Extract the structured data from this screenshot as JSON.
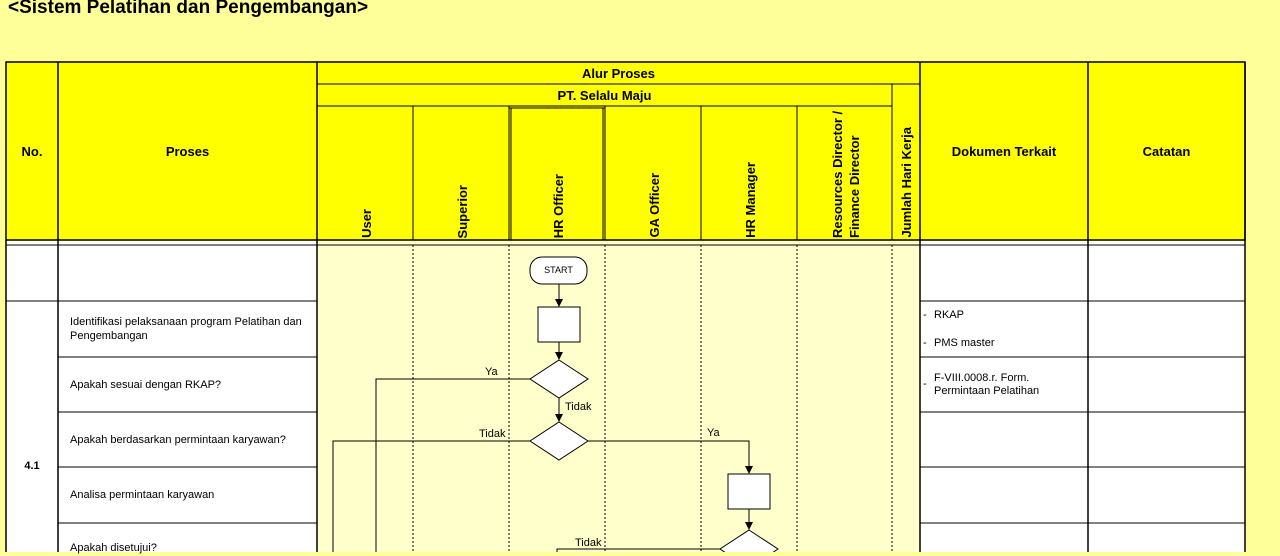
{
  "title": "<Sistem Pelatihan dan Pengembangan>",
  "header": {
    "no": "No.",
    "proses": "Proses",
    "alur_proses": "Alur Proses",
    "company": "PT. Selalu Maju",
    "lanes": [
      "User",
      "Superior",
      "HR Officer",
      "GA Officer",
      "HR Manager",
      "Resources Director / Finance Director"
    ],
    "jumlah_hari": "Jumlah Hari Kerja",
    "dokumen": "Dokumen Terkait",
    "catatan": "Catatan"
  },
  "section_no": "4.1",
  "rows": [
    {
      "proses": "Identifikasi pelaksanaan program Pelatihan dan Pengembangan"
    },
    {
      "proses": "Apakah sesuai dengan RKAP?"
    },
    {
      "proses": "Apakah berdasarkan permintaan karyawan?"
    },
    {
      "proses": "Analisa permintaan karyawan"
    },
    {
      "proses": "Apakah disetujui?"
    }
  ],
  "documents": {
    "row1": [
      "RKAP",
      "PMS master"
    ],
    "row2": [
      "F-VIII.0008.r. Form. Permintaan Pelatihan"
    ]
  },
  "doc_dash": "-",
  "flow": {
    "start": "START",
    "ya": "Ya",
    "tidak": "Tidak"
  },
  "colors": {
    "header_bg": "#ffff00",
    "lane_bg": "#ffffcc",
    "page_bg": "#ffff99",
    "row_bg": "#ffffff"
  }
}
